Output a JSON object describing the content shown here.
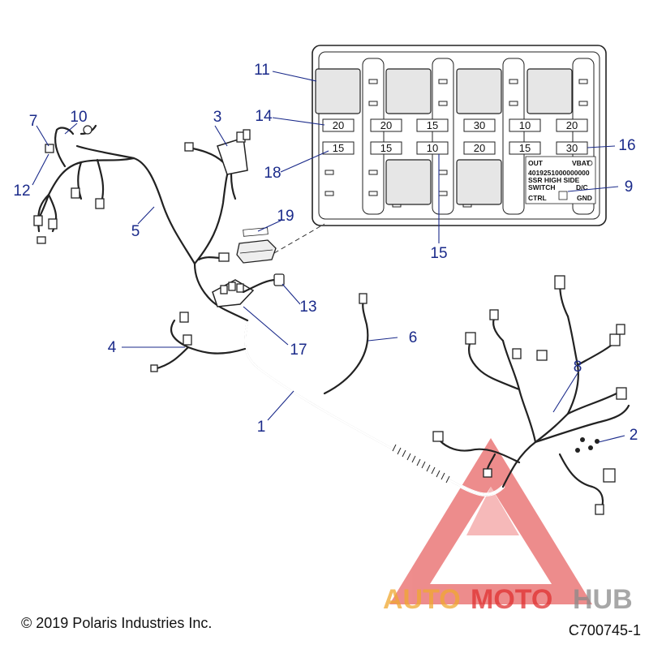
{
  "callouts": {
    "c1": "1",
    "c2": "2",
    "c3": "3",
    "c4": "4",
    "c5": "5",
    "c6": "6",
    "c7": "7",
    "c8": "8",
    "c9": "9",
    "c10": "10",
    "c11": "11",
    "c12": "12",
    "c13": "13",
    "c14": "14",
    "c15": "15",
    "c16": "16",
    "c17": "17",
    "c18": "18",
    "c19": "19"
  },
  "fuse_box": {
    "row1": [
      "20",
      "20",
      "15",
      "30",
      "10",
      "20"
    ],
    "row2": [
      "15",
      "15",
      "10",
      "20",
      "15",
      "30"
    ],
    "label_out": "OUT",
    "label_vbat": "VBAT",
    "part_number": "4019251000000000",
    "line_ssr": "SSR HIGH SIDE",
    "line_switch": "SWITCH",
    "line_dc": "D/C",
    "label_ctrl": "CTRL",
    "label_gnd": "GND"
  },
  "footer": {
    "copyright": "© 2019 Polaris Industries Inc.",
    "diagram_id": "C700745-1"
  },
  "watermark": {
    "word_a": "AUTO",
    "word_b": "MOTO",
    "word_c": "HUB",
    "color_orange": "#f0a830",
    "color_red": "#e03030",
    "color_gray": "#8a8a8a"
  }
}
